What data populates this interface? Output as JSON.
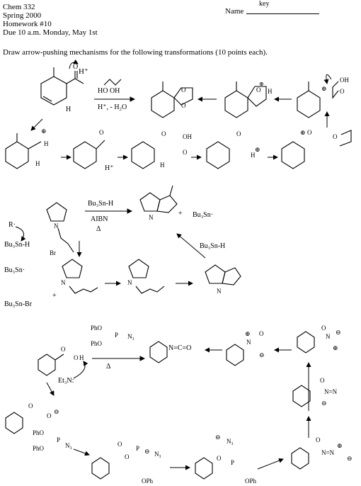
{
  "header": {
    "course": "Chem 332",
    "term": "Spring 2000",
    "assignment": "Homework #10",
    "due": "Due 10 a.m. Monday, May 1st",
    "name_label": "Name",
    "name_value": "key"
  },
  "instructions": "Draw arrow-pushing mechanisms for the following transformations (10 points each).",
  "problem1": {
    "reagent_label": "HO   OH",
    "conditions": "H⁺, - H₂O",
    "h_plus": "H⁺",
    "oxygen": "O",
    "hydrogen": "H",
    "oh": "OH",
    "plus_charge": "⊕"
  },
  "problem2": {
    "reagent_top": "Bu₃Sn-H",
    "initiator": "AIBN",
    "heat": "Δ",
    "plus": "+",
    "tin_radical": "Bu₃Sn·",
    "r_radical": "R·",
    "tin_hydride": "Bu₃Sn-H",
    "bromine": "Br",
    "tin_bromide": "Bu₃Sn-Br",
    "nitrogen": "N"
  },
  "problem3": {
    "reagent_phosphoryl": "PhO",
    "azide_group": "N₃",
    "base": "Et₃N:",
    "heat": "Δ",
    "isocyanate": "N=C=O",
    "oxygen": "O",
    "hydrogen": "H",
    "phosphorus": "P",
    "phenoxy": "OPh",
    "nitrogen": "N",
    "azide_anion": "N₃",
    "diazo": "N=N",
    "minus_charge": "⊖",
    "plus_charge": "⊕"
  }
}
